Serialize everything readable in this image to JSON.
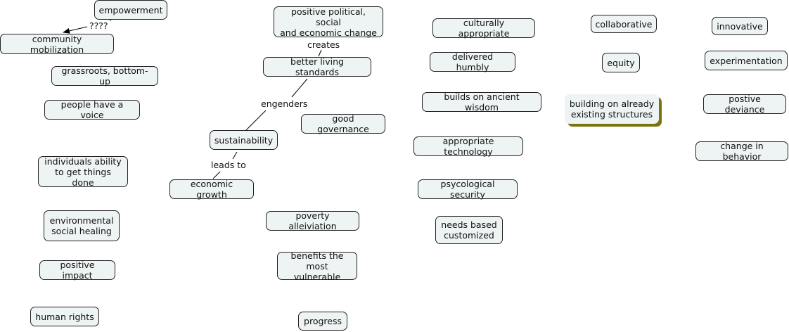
{
  "nodes": {
    "empowerment": "empowerment",
    "community_mobilization": "community mobilization",
    "grassroots": "grassroots, bottom-up",
    "people_voice": "people have a voice",
    "individuals_ability": "individuals ability\nto get things done",
    "environmental": "environmental\nsocial healing",
    "positive_impact": "positive impact",
    "human_rights": "human rights",
    "political_change": "positive political, social\nand economic change",
    "better_living": "better living standards",
    "good_governance": "good governance",
    "sustainability": "sustainability",
    "economic_growth": "economic growth",
    "poverty_alleviation": "poverty alleiviation",
    "benefits_vulnerable": "benefits the\nmost vulnerable",
    "progress": "progress",
    "culturally_appropriate": "culturally appropriate",
    "delivered_humbly": "delivered humbly",
    "ancient_wisdom": "builds on ancient wisdom",
    "appropriate_technology": "appropriate technology",
    "psychological_security": "psycological security",
    "needs_based": "needs based\ncustomized",
    "collaborative": "collaborative",
    "equity": "equity",
    "existing_structures": "building on already\nexisting structures",
    "innovative": "innovative",
    "experimentation": "experimentation",
    "positive_deviance": "postive deviance",
    "change_behavior": "change in behavior"
  },
  "links": {
    "unknown": "????",
    "creates": "creates",
    "engenders": "engenders",
    "leads_to": "leads to"
  },
  "colors": {
    "node_fill": "#eef3f4",
    "node_border": "#222222",
    "selected_shadow": "#7a7410",
    "line": "#000000"
  }
}
